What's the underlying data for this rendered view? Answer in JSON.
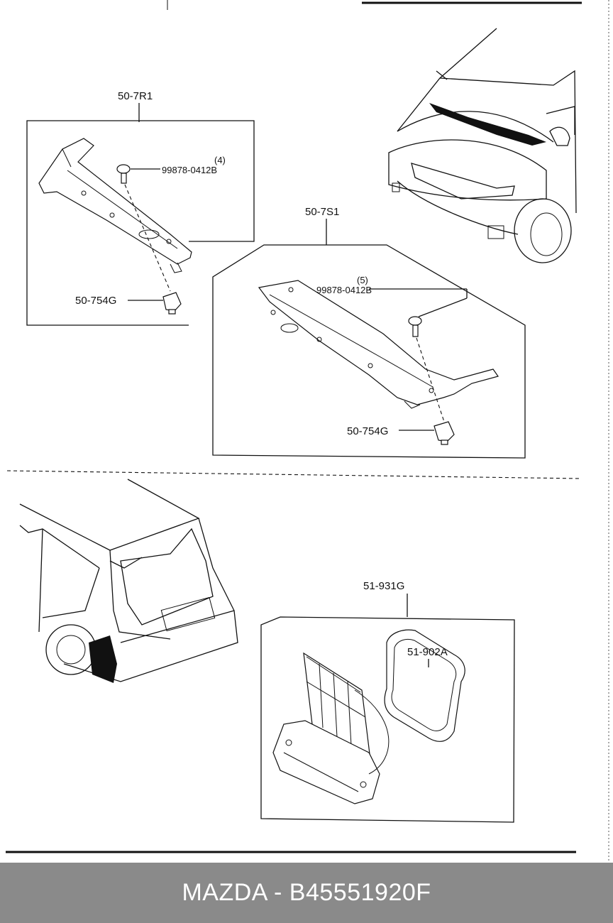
{
  "diagram": {
    "top_section": {
      "assembly_left": {
        "part_number": "50-7R1",
        "bolt": {
          "quantity": "(4)",
          "part_number": "99878-0412B"
        },
        "clip": {
          "part_number": "50-754G"
        }
      },
      "assembly_right": {
        "part_number": "50-7S1",
        "bolt": {
          "quantity": "(5)",
          "part_number": "99878-0412B"
        },
        "clip": {
          "part_number": "50-754G"
        }
      }
    },
    "bottom_section": {
      "assembly": {
        "part_number": "51-931G",
        "gasket": {
          "part_number": "51-902A"
        }
      }
    }
  },
  "footer": {
    "text": "MAZDA - B45551920F"
  }
}
